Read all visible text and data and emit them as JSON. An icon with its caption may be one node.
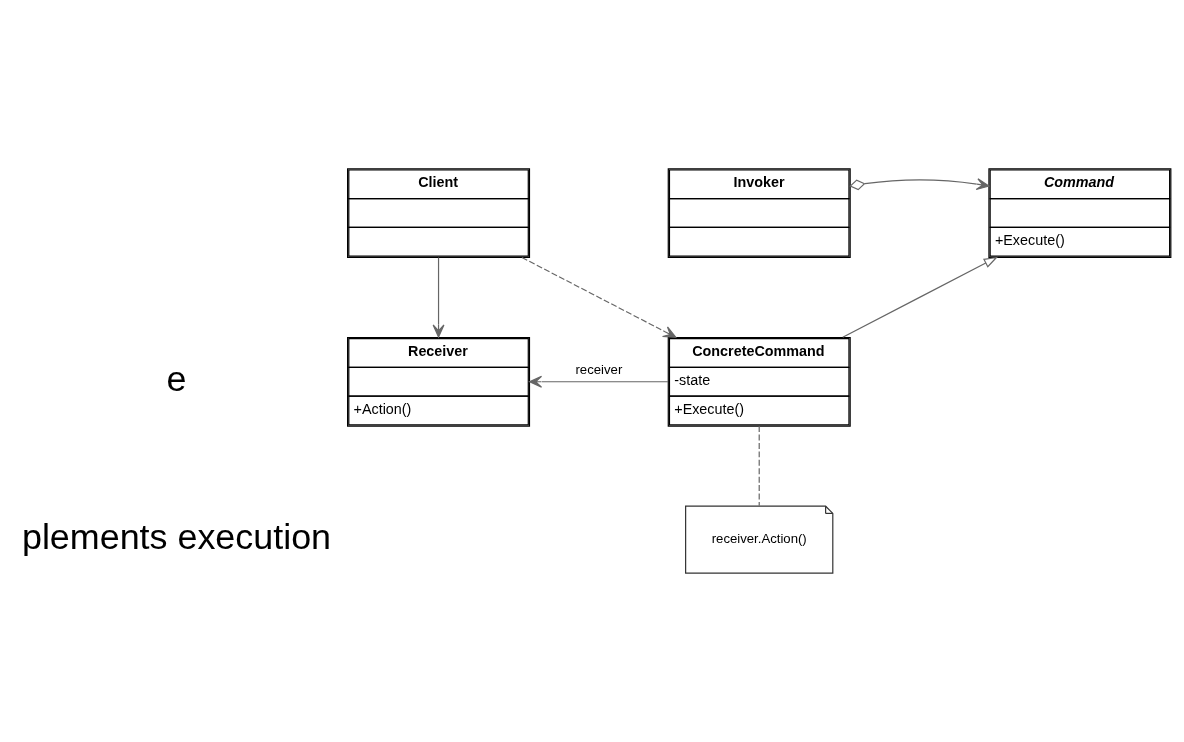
{
  "diagram": {
    "nodes": [
      {
        "text": [
          "Client"
        ]
      },
      {
        "text": [
          "Invoker"
        ]
      },
      {
        "text": [
          "Command",
          "+Execute()"
        ]
      },
      {
        "text": [
          "Receiver",
          "+Action()"
        ]
      },
      {
        "text": [
          "ConcreteCommand",
          "-state",
          "+Execute()"
        ]
      },
      {
        "text": [
          "receiver.Action()"
        ]
      }
    ],
    "edges": [
      {
        "from": 1,
        "to": 2,
        "arrow": "to"
      },
      {
        "from": 4,
        "to": 2,
        "arrow": "to"
      },
      {
        "from": 0,
        "to": 3,
        "arrow": "to"
      },
      {
        "from": 4,
        "to": 3,
        "arrow": "to",
        "label": "receiver"
      },
      {
        "from": 0,
        "to": 4,
        "arrow": "to",
        "style": "dashed"
      },
      {
        "from": 4,
        "to": 5,
        "arrow": "none",
        "style": "dashed"
      }
    ],
    "labels": [
      "e",
      "plements execution"
    ]
  }
}
